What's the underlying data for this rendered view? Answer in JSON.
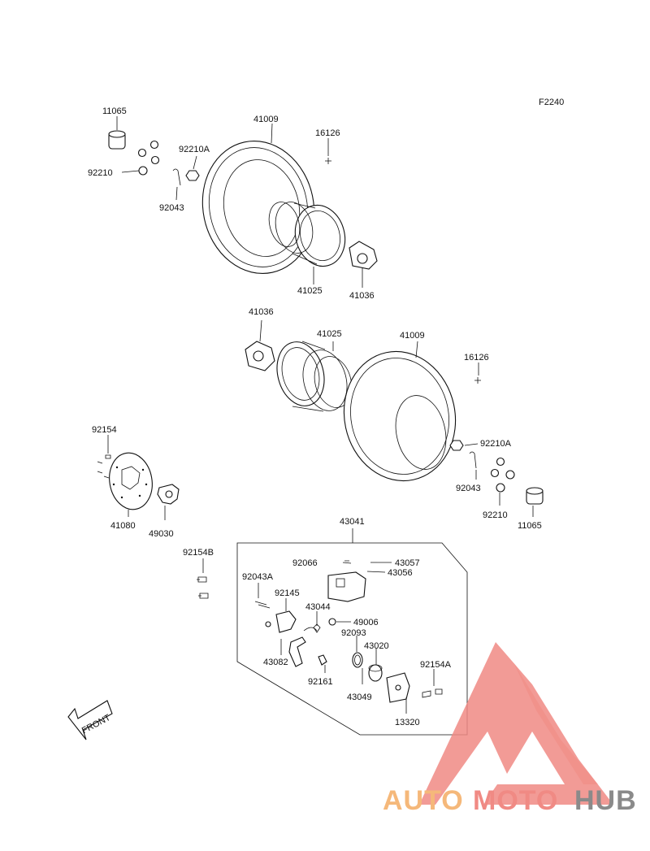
{
  "figure_code": "F2240",
  "front_label": "FRONT",
  "labels": {
    "p11065_top": "11065",
    "p92210_top": "92210",
    "p92210A_top": "92210A",
    "p92043_top": "92043",
    "p41009_top": "41009",
    "p16126_top": "16126",
    "p41025_top": "41025",
    "p41036_top": "41036",
    "p41036_mid": "41036",
    "p41025_mid": "41025",
    "p41009_mid": "41009",
    "p16126_mid": "16126",
    "p92210A_mid": "92210A",
    "p92043_mid": "92043",
    "p92210_mid": "92210",
    "p11065_mid": "11065",
    "p92154": "92154",
    "p41080": "41080",
    "p49030": "49030",
    "p43041": "43041",
    "p92154B": "92154B",
    "p92066": "92066",
    "p43057": "43057",
    "p43056": "43056",
    "p92043A": "92043A",
    "p92145": "92145",
    "p43044": "43044",
    "p49006": "49006",
    "p92093": "92093",
    "p43020": "43020",
    "p43082": "43082",
    "p92161": "92161",
    "p92154A": "92154A",
    "p43049": "43049",
    "p13320": "13320"
  },
  "watermark": {
    "part1": "AUTO",
    "part2": "MOTO",
    "part3": "HUB",
    "color_orange": "#f5b87a",
    "color_red": "#f08a84",
    "color_gray": "#8a8a8a"
  }
}
